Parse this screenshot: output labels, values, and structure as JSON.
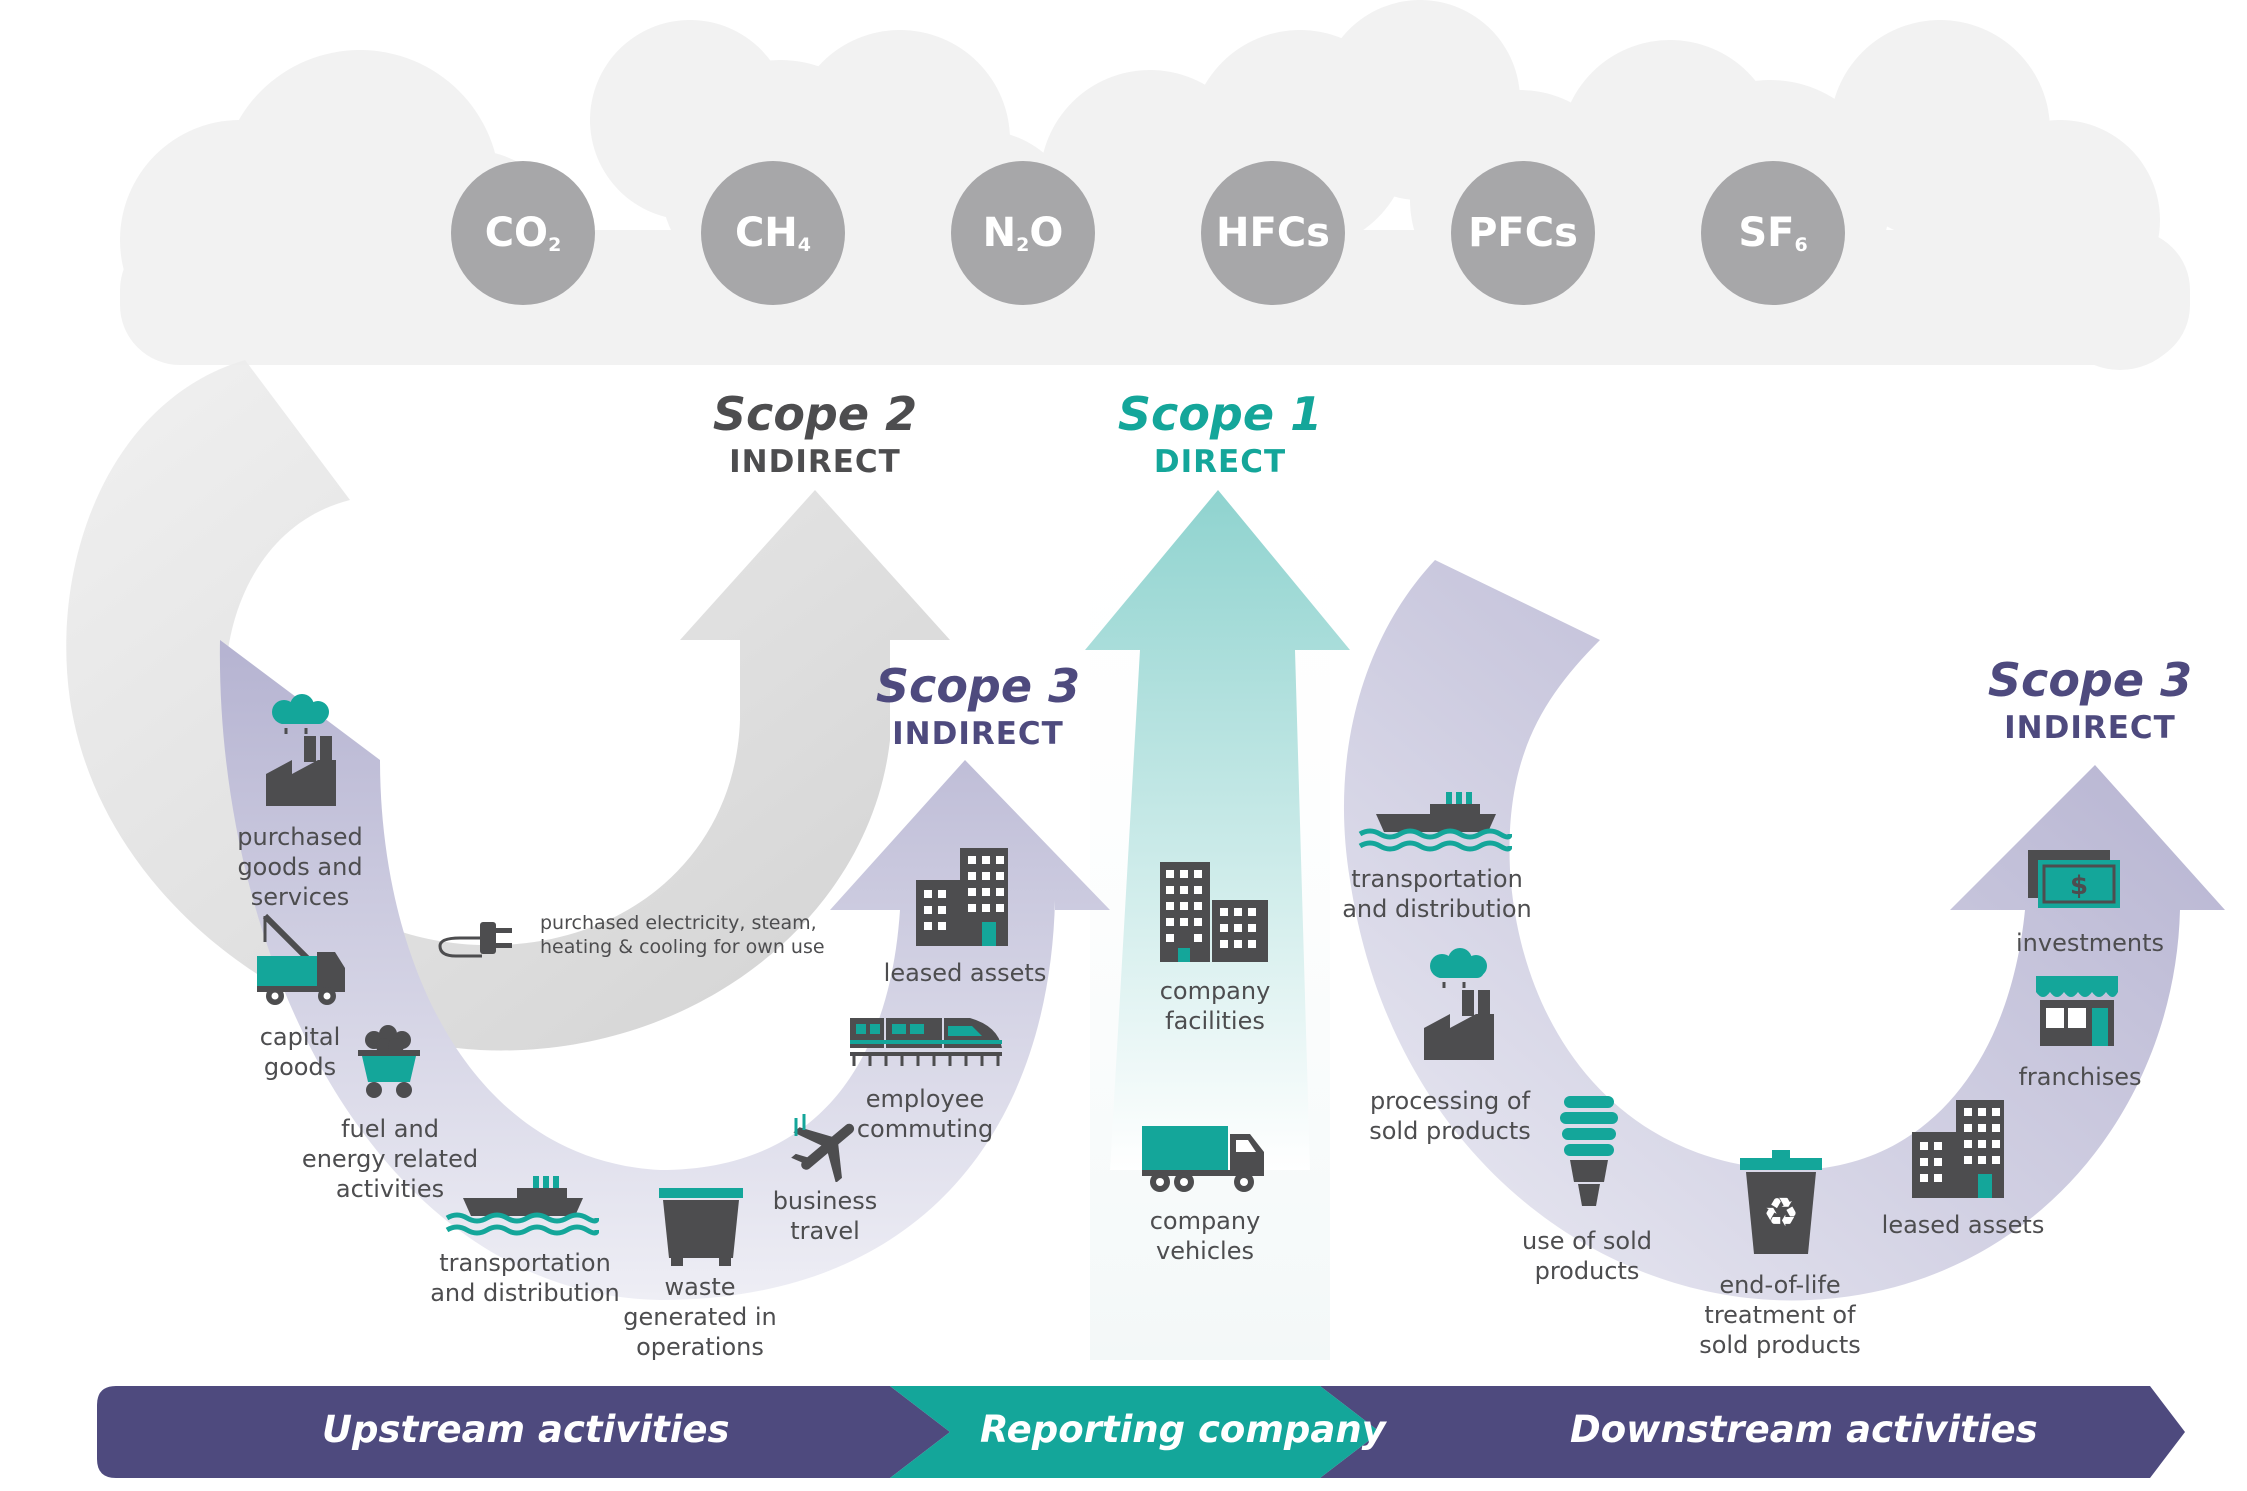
{
  "gases": [
    {
      "base": "CO",
      "sub": "2"
    },
    {
      "base": "CH",
      "sub": "4"
    },
    {
      "base": "N",
      "sub": "2",
      "tail": "O"
    },
    {
      "base": "HFCs",
      "sub": ""
    },
    {
      "base": "PFCs",
      "sub": ""
    },
    {
      "base": "SF",
      "sub": "6"
    }
  ],
  "scopes": {
    "scope2": {
      "name": "Scope 2",
      "kind": "INDIRECT"
    },
    "scope1": {
      "name": "Scope 1",
      "kind": "DIRECT"
    },
    "scope3_upstream": {
      "name": "Scope 3",
      "kind": "INDIRECT"
    },
    "scope3_downstream": {
      "name": "Scope 3",
      "kind": "INDIRECT"
    }
  },
  "upstream_items": {
    "purchased_goods": "purchased\ngoods and\nservices",
    "capital_goods": "capital\ngoods",
    "fuel_energy": "fuel and\nenergy related\nactivities",
    "transport": "transportation\nand distribution",
    "waste": "waste\ngenerated in\noperations",
    "business_travel": "business\ntravel",
    "commuting": "employee\ncommuting",
    "leased_assets": "leased assets",
    "electricity": "purchased electricity, steam,\nheating & cooling for own use"
  },
  "company_items": {
    "facilities": "company\nfacilities",
    "vehicles": "company\nvehicles"
  },
  "downstream_items": {
    "transport": "transportation\nand distribution",
    "processing": "processing of\nsold products",
    "use": "use of sold\nproducts",
    "end_of_life": "end-of-life\ntreatment of\nsold products",
    "leased_assets": "leased assets",
    "franchises": "franchises",
    "investments": "investments",
    "dollar": "$"
  },
  "bar": {
    "upstream": "Upstream activities",
    "reporting": "Reporting company",
    "downstream": "Downstream activities"
  },
  "colors": {
    "teal": "#14a69a",
    "purple": "#4e4a7e",
    "gray_text": "#4d4d4f",
    "gas_gray": "#a7a7a9",
    "dark_icon": "#4d4d4f"
  }
}
